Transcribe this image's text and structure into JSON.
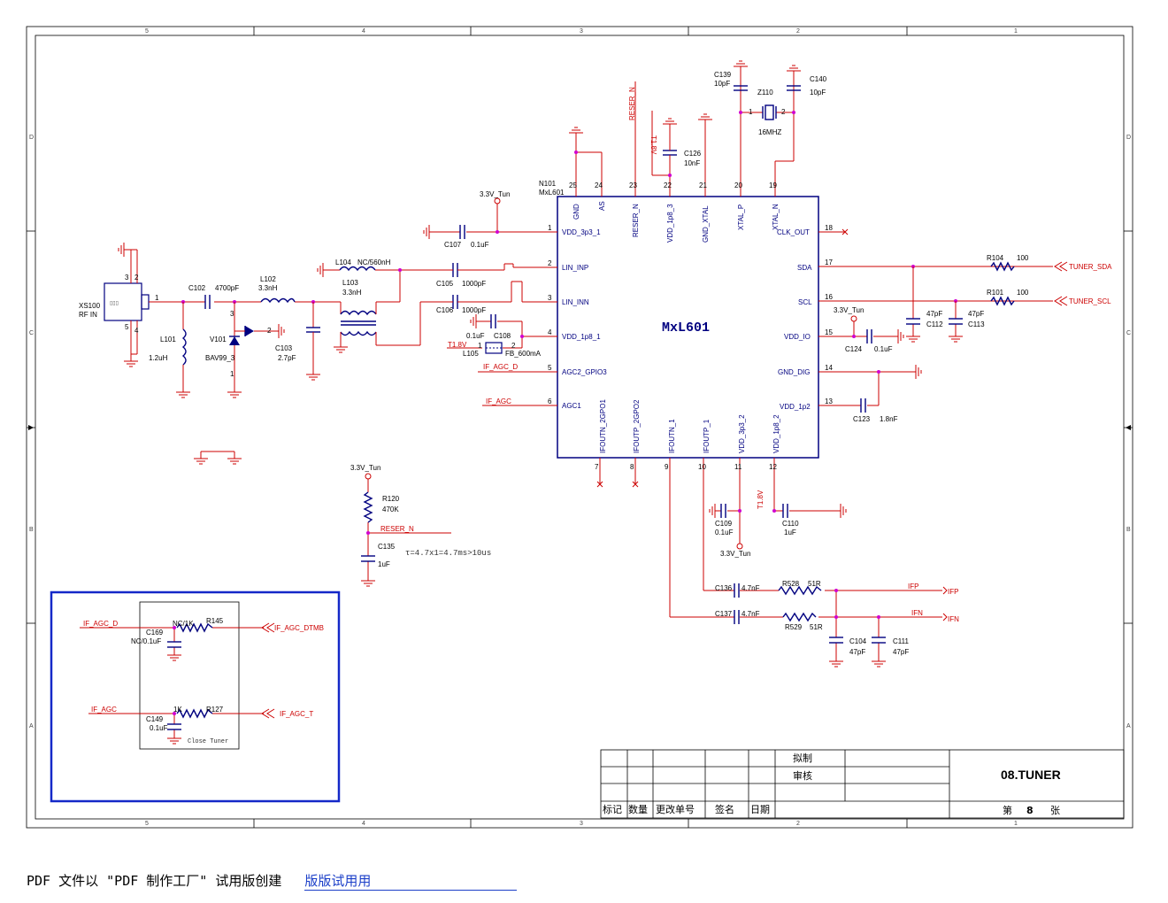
{
  "grid": {
    "columns": [
      "5",
      "4",
      "3",
      "2",
      "1"
    ],
    "rows": [
      "D",
      "C",
      "B",
      "A"
    ]
  },
  "chip": {
    "ref": "N101",
    "part": "MxL601",
    "name": "MxL601",
    "top_pins": [
      {
        "num": "25",
        "name": "GND"
      },
      {
        "num": "24",
        "name": "AS"
      },
      {
        "num": "23",
        "name": "RESER_N"
      },
      {
        "num": "22",
        "name": "VDD_1p8_3"
      },
      {
        "num": "21",
        "name": "GND_XTAL"
      },
      {
        "num": "20",
        "name": "XTAL_P"
      },
      {
        "num": "19",
        "name": "XTAL_N"
      }
    ],
    "left_pins": [
      {
        "num": "1",
        "name": "VDD_3p3_1"
      },
      {
        "num": "2",
        "name": "LIN_INP"
      },
      {
        "num": "3",
        "name": "LIN_INN"
      },
      {
        "num": "4",
        "name": "VDD_1p8_1"
      },
      {
        "num": "5",
        "name": "AGC2_GPIO3"
      },
      {
        "num": "6",
        "name": "AGC1"
      }
    ],
    "right_pins": [
      {
        "num": "18",
        "name": "CLK_OUT"
      },
      {
        "num": "17",
        "name": "SDA"
      },
      {
        "num": "16",
        "name": "SCL"
      },
      {
        "num": "15",
        "name": "VDD_IO"
      },
      {
        "num": "14",
        "name": "GND_DIG"
      },
      {
        "num": "13",
        "name": "VDD_1p2"
      }
    ],
    "bottom_pins": [
      {
        "num": "7",
        "name": "IFOUTN_2GPO1"
      },
      {
        "num": "8",
        "name": "IFOUTP_2GPO2"
      },
      {
        "num": "9",
        "name": "IFOUTN_1"
      },
      {
        "num": "10",
        "name": "IFOUTP_1"
      },
      {
        "num": "11",
        "name": "VDD_3p3_2"
      },
      {
        "num": "12",
        "name": "VDD_1p8_2"
      }
    ]
  },
  "parts": {
    "xs100": {
      "ref": "XS100",
      "value": "RF IN",
      "pins": [
        "3",
        "2",
        "1",
        "5",
        "4"
      ]
    },
    "c102": {
      "ref": "C102",
      "value": "4700pF"
    },
    "l101": {
      "ref": "L101",
      "value": "1.2uH"
    },
    "v101": {
      "ref": "V101",
      "value": "BAV99_3",
      "pins": [
        "3",
        "2",
        "1"
      ]
    },
    "l102": {
      "ref": "L102",
      "value": "3.3nH"
    },
    "c103": {
      "ref": "C103",
      "value": "2.7pF"
    },
    "l103": {
      "ref": "L103",
      "value": "3.3nH"
    },
    "l104": {
      "ref": "L104",
      "value": "NC/560nH"
    },
    "c105": {
      "ref": "C105",
      "value": "1000pF"
    },
    "c106": {
      "ref": "C106",
      "value": "1000pF"
    },
    "c107": {
      "ref": "C107",
      "value": "0.1uF"
    },
    "c108": {
      "ref": "C108",
      "value": "0.1uF"
    },
    "l105": {
      "ref": "L105",
      "value": "FB_600mA",
      "pins": [
        "1",
        "2"
      ]
    },
    "c126": {
      "ref": "C126",
      "value": "10nF"
    },
    "c139": {
      "ref": "C139",
      "value": "10pF"
    },
    "c140": {
      "ref": "C140",
      "value": "10pF"
    },
    "z110": {
      "ref": "Z110",
      "value": "16MHZ",
      "pins": [
        "1",
        "2"
      ]
    },
    "r104": {
      "ref": "R104",
      "value": "100"
    },
    "r101": {
      "ref": "R101",
      "value": "100"
    },
    "c112": {
      "ref": "C112",
      "value": "47pF"
    },
    "c113": {
      "ref": "C113",
      "value": "47pF"
    },
    "c124": {
      "ref": "C124",
      "value": "0.1uF"
    },
    "c123": {
      "ref": "C123",
      "value": "1.8nF"
    },
    "c109": {
      "ref": "C109",
      "value": "0.1uF"
    },
    "c110": {
      "ref": "C110",
      "value": "1uF"
    },
    "c136": {
      "ref": "C136",
      "value": "4.7nF"
    },
    "c137": {
      "ref": "C137",
      "value": "4.7nF"
    },
    "r528": {
      "ref": "R528",
      "value": "51R"
    },
    "r529": {
      "ref": "R529",
      "value": "51R"
    },
    "c104": {
      "ref": "C104",
      "value": "47pF"
    },
    "c111": {
      "ref": "C111",
      "value": "47pF"
    },
    "r120": {
      "ref": "R120",
      "value": "470K"
    },
    "c135": {
      "ref": "C135",
      "value": "1uF"
    },
    "c169": {
      "ref": "C169",
      "value": "NC/0.1uF"
    },
    "r145": {
      "ref": "R145",
      "value": "NC/1K"
    },
    "c149": {
      "ref": "C149",
      "value": "0.1uF"
    },
    "r127": {
      "ref": "R127",
      "value": "1K"
    }
  },
  "nets": {
    "v33": "3.3V_Tun",
    "v18": "T1.8V",
    "reser": "RESER_N",
    "if_agc_d": "IF_AGC_D",
    "if_agc": "IF_AGC",
    "tuner_sda": "TUNER_SDA",
    "tuner_scl": "TUNER_SCL",
    "ifp": "IFP",
    "ifn": "IFN",
    "if_agc_dtmb": "IF_AGC_DTMB",
    "if_agc_t": "IF_AGC_T"
  },
  "notes": {
    "rc_formula": "τ=4.7x1=4.7ms>10us",
    "close_tuner": "Close Tuner"
  },
  "title_block": {
    "drawn": "拟制",
    "review": "审核",
    "mark": "标记",
    "qty": "数量",
    "change_no": "更改单号",
    "sign": "签名",
    "date": "日期",
    "title": "08.TUNER",
    "sheet_prefix": "第",
    "sheet_no": "8",
    "sheet_suffix": "张"
  },
  "footer": {
    "text": "PDF 文件以 \"PDF 制作工厂\" 试用版创建",
    "link": "版版试用用"
  },
  "colors": {
    "wire": "#cc0000",
    "component": "#000080",
    "junction": "#d000d0",
    "frame": "#000000",
    "highlight_box": "#1428c8"
  }
}
